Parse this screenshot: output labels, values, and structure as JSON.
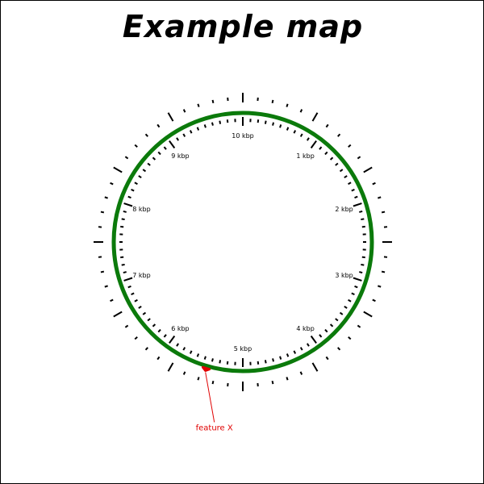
{
  "title": "Example map",
  "map": {
    "sequence_length_kbp": 10,
    "backbone_color": "#0b7a0b",
    "tick_labels": [
      "10 kbp",
      "1 kbp",
      "2 kbp",
      "3 kbp",
      "4 kbp",
      "5 kbp",
      "6 kbp",
      "7 kbp",
      "8 kbp",
      "9 kbp"
    ],
    "features": [
      {
        "label": "feature X",
        "position_kbp": 4.55,
        "color": "#e00000"
      }
    ]
  }
}
